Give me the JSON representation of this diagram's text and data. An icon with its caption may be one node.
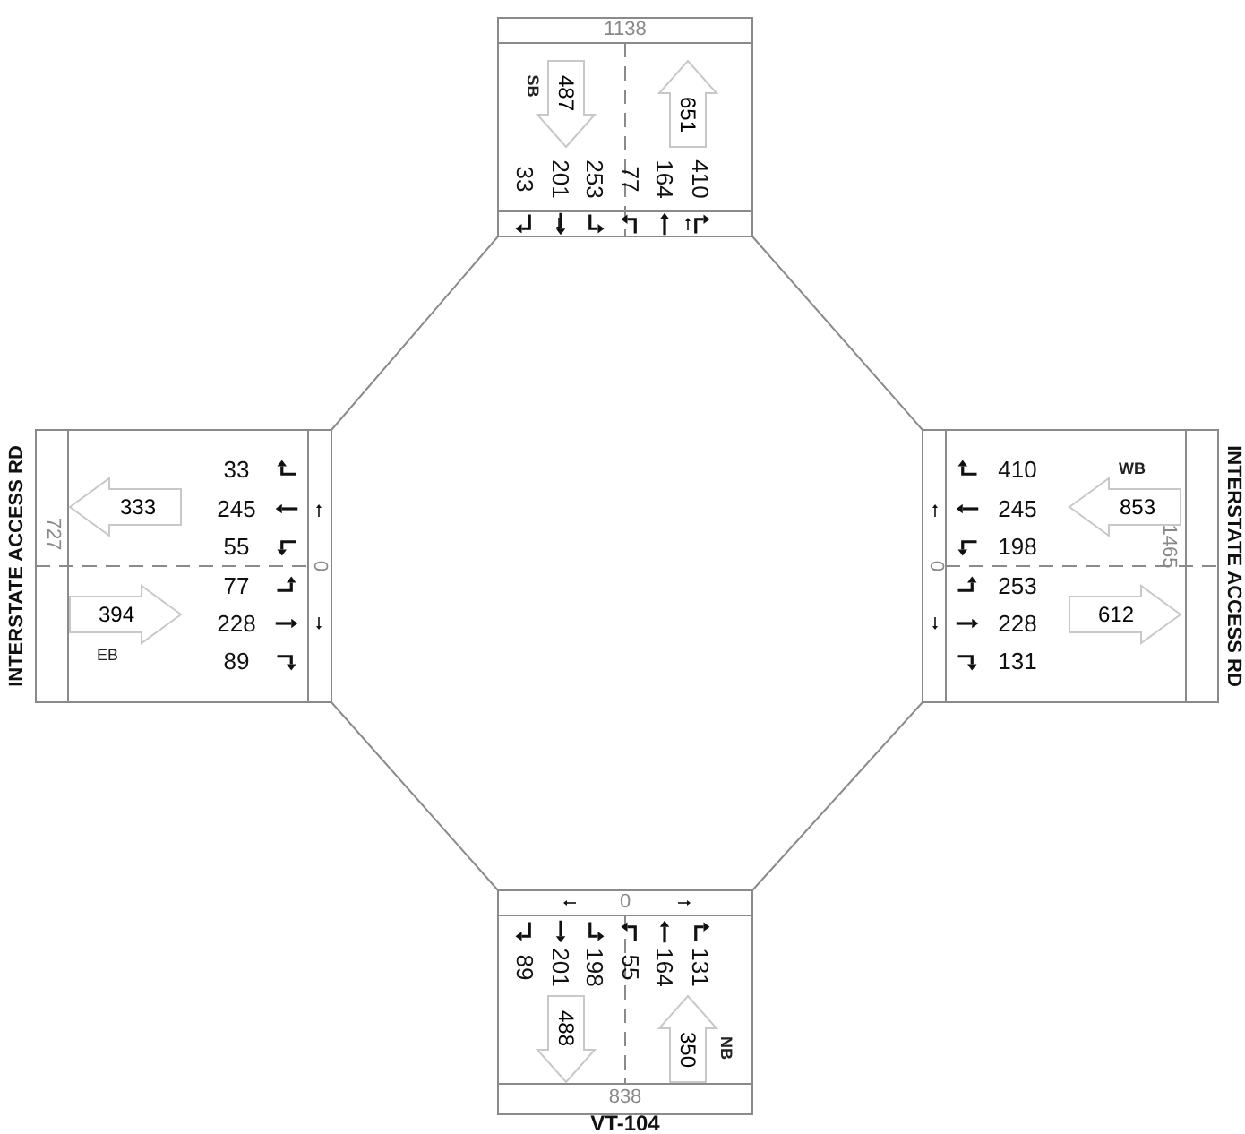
{
  "diagram": {
    "nodes": [
      {
        "text": [
          "487"
        ],
        "beside": [
          "SB"
        ]
      },
      {
        "text": [
          "651"
        ]
      },
      {
        "text": [
          "333"
        ]
      },
      {
        "text": [
          "394"
        ],
        "beside": [
          "EB"
        ]
      },
      {
        "text": [
          "853"
        ],
        "beside": [
          "WB"
        ]
      },
      {
        "text": [
          "612"
        ]
      },
      {
        "text": [
          "488"
        ]
      },
      {
        "text": [
          "350"
        ],
        "beside": [
          "NB"
        ]
      }
    ],
    "labels": [
      "1138",
      "33",
      "201",
      "253",
      "77",
      "164",
      "410",
      "INTERSTATE ACCESS RD",
      "727",
      "33",
      "245",
      "55",
      "77",
      "228",
      "89",
      "0",
      "0",
      "410",
      "245",
      "198",
      "253",
      "228",
      "131",
      "1465",
      "INTERSTATE ACCESS RD",
      "0",
      "89",
      "201",
      "198",
      "55",
      "164",
      "131",
      "838",
      "VT-104"
    ]
  }
}
